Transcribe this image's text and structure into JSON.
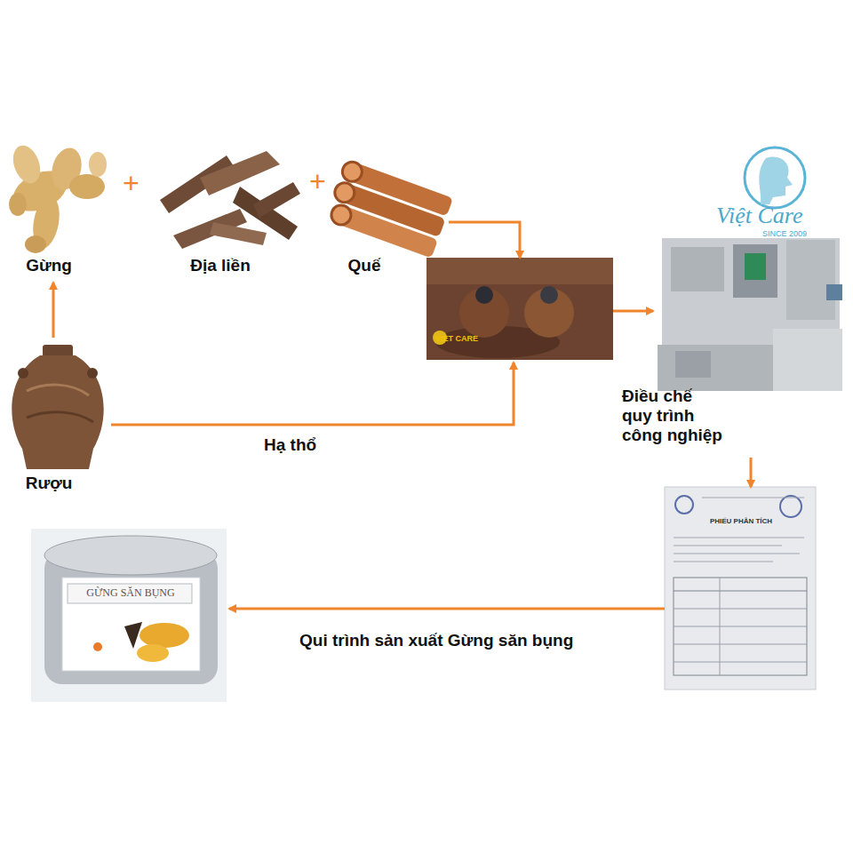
{
  "diagram": {
    "nodes": [
      {
        "text": [
          "Gừng"
        ]
      },
      {
        "text": [
          "Địa liền"
        ]
      },
      {
        "text": [
          "Quế"
        ]
      },
      {
        "text": [
          "Rượu"
        ]
      },
      {
        "text": [
          "VIET CARE"
        ]
      },
      {
        "text": [
          "Điều chế quy trình công nghiệp"
        ]
      },
      {
        "text": [
          "PHIẾU PHÂN TÍCH"
        ]
      },
      {
        "text": [
          "GỪNG SĂN BỤNG"
        ]
      }
    ],
    "edges": [
      {
        "from": 3,
        "to": 0,
        "arrow": "to"
      },
      {
        "from": 3,
        "to": 4,
        "label": "Hạ thổ",
        "arrow": "to"
      },
      {
        "from": 2,
        "to": 4,
        "arrow": "to"
      },
      {
        "from": 4,
        "to": 5,
        "arrow": "to"
      },
      {
        "from": 5,
        "to": 6,
        "arrow": "to"
      },
      {
        "from": 6,
        "to": 7,
        "label": "Qui trình sản xuất Gừng săn bụng",
        "arrow": "to"
      }
    ],
    "labels": [
      "+",
      "+",
      "Việt Care",
      "SINCE 2009"
    ]
  }
}
